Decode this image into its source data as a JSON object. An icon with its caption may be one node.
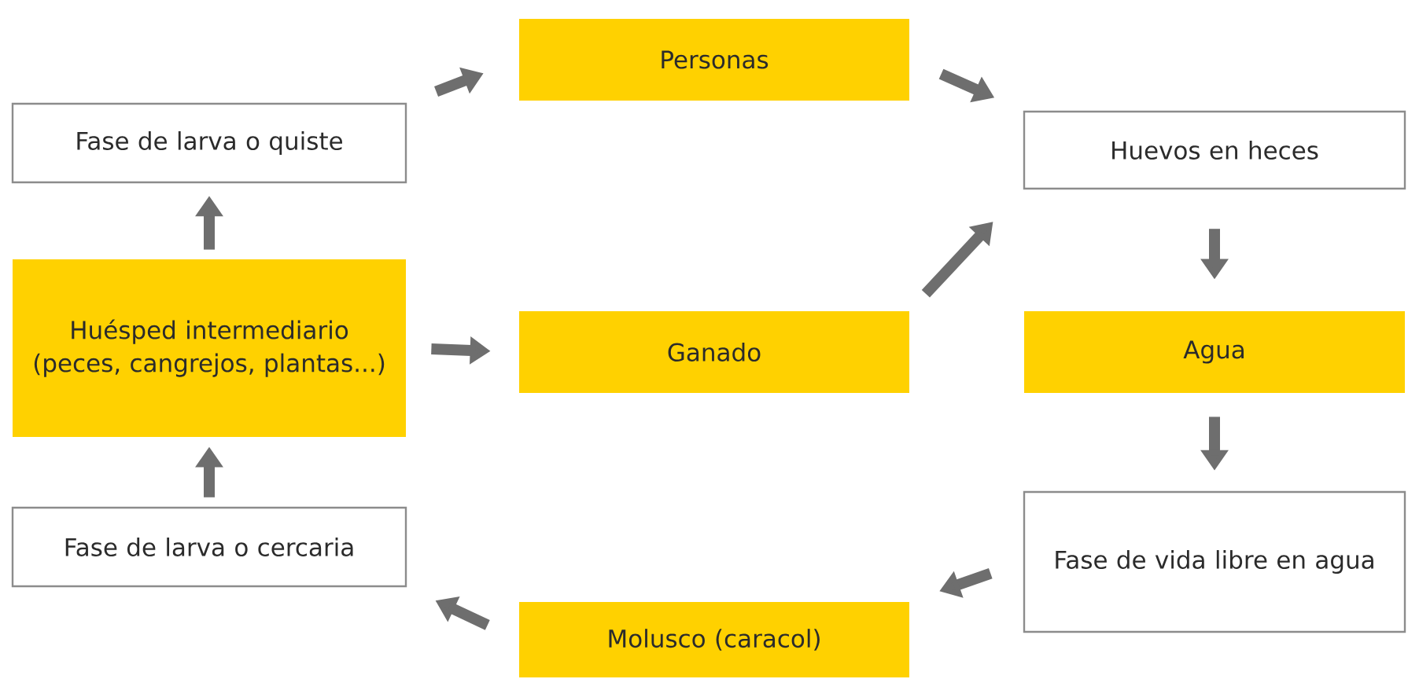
{
  "diagram": {
    "nodes": [
      {
        "text": [
          "Personas"
        ]
      },
      {
        "text": [
          "Fase de larva o quiste"
        ]
      },
      {
        "text": [
          "Huevos en heces"
        ]
      },
      {
        "text": [
          "Huésped intermediario (peces, cangrejos, plantas...)"
        ]
      },
      {
        "text": [
          "Ganado"
        ]
      },
      {
        "text": [
          "Agua"
        ]
      },
      {
        "text": [
          "Fase de larva o cercaria"
        ]
      },
      {
        "text": [
          "Fase de vida libre en agua"
        ]
      },
      {
        "text": [
          "Molusco (caracol)"
        ]
      }
    ],
    "edges": [
      {
        "from": 1,
        "to": 0,
        "arrow": "to"
      },
      {
        "from": 0,
        "to": 2,
        "arrow": "to"
      },
      {
        "from": 2,
        "to": 5,
        "arrow": "to"
      },
      {
        "from": 5,
        "to": 7,
        "arrow": "to"
      },
      {
        "from": 7,
        "to": 8,
        "arrow": "to"
      },
      {
        "from": 8,
        "to": 6,
        "arrow": "to"
      },
      {
        "from": 6,
        "to": 3,
        "arrow": "to"
      },
      {
        "from": 3,
        "to": 1,
        "arrow": "to"
      },
      {
        "from": 3,
        "to": 4,
        "arrow": "to"
      },
      {
        "from": 4,
        "to": 2,
        "arrow": "to"
      }
    ]
  }
}
